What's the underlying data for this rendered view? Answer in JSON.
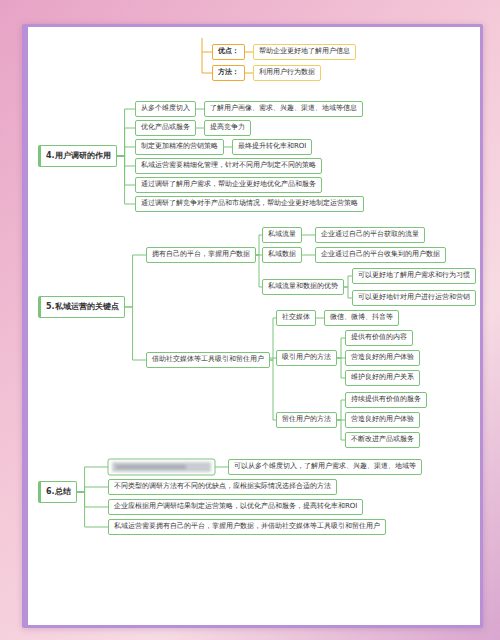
{
  "diagram": {
    "nodes": [
      {
        "text": [
          "优点："
        ]
      },
      {
        "text": [
          "帮助企业更好地了解用户信息"
        ]
      },
      {
        "text": [
          "方法："
        ]
      },
      {
        "text": [
          "利用用户行为数据"
        ]
      },
      {
        "text": [
          "4.用户调研的作用"
        ]
      },
      {
        "text": [
          "从多个维度切入"
        ]
      },
      {
        "text": [
          "了解用户画像、需求、兴趣、渠道、地域等信息"
        ]
      },
      {
        "text": [
          "优化产品或服务"
        ]
      },
      {
        "text": [
          "提高竞争力"
        ]
      },
      {
        "text": [
          "制定更加精准的营销策略"
        ]
      },
      {
        "text": [
          "最终提升转化率和ROI"
        ]
      },
      {
        "text": [
          "私域运营需要精细化管理，针对不同用户制定不同的策略"
        ]
      },
      {
        "text": [
          "通过调研了解用户需求，帮助企业更好地优化产品和服务"
        ]
      },
      {
        "text": [
          "通过调研了解竞争对手产品和市场情况，帮助企业更好地制定运营策略"
        ]
      },
      {
        "text": [
          "5.私域运营的关键点"
        ]
      },
      {
        "text": [
          "拥有自己的平台，掌握用户数据"
        ]
      },
      {
        "text": [
          "私域流量"
        ]
      },
      {
        "text": [
          "企业通过自己的平台获取的流量"
        ]
      },
      {
        "text": [
          "私域数据"
        ]
      },
      {
        "text": [
          "企业通过自己的平台收集到的用户数据"
        ]
      },
      {
        "text": [
          "私域流量和数据的优势"
        ]
      },
      {
        "text": [
          "可以更好地了解用户需求和行为习惯"
        ]
      },
      {
        "text": [
          "可以更好地针对用户进行运营和营销"
        ]
      },
      {
        "text": [
          "借助社交媒体等工具吸引和留住用户"
        ]
      },
      {
        "text": [
          "社交媒体"
        ]
      },
      {
        "text": [
          "微信、微博、抖音等"
        ]
      },
      {
        "text": [
          "吸引用户的方法"
        ]
      },
      {
        "text": [
          "提供有价值的内容"
        ]
      },
      {
        "text": [
          "营造良好的用户体验"
        ]
      },
      {
        "text": [
          "维护良好的用户关系"
        ]
      },
      {
        "text": [
          "留住用户的方法"
        ]
      },
      {
        "text": [
          "持续提供有价值的服务"
        ]
      },
      {
        "text": [
          "营造良好的用户体验"
        ]
      },
      {
        "text": [
          "不断改进产品或服务"
        ]
      },
      {
        "text": [
          "6.总结"
        ]
      },
      {
        "text": [
          "可以从多个维度切入，了解用户需求、兴趣、渠道、地域等"
        ]
      },
      {
        "text": [
          "不同类型的调研方法有不同的优缺点，应根据实际情况选择合适的方法"
        ]
      },
      {
        "text": [
          "企业应根据用户调研结果制定运营策略，以优化产品和服务，提高转化率和ROI"
        ]
      },
      {
        "text": [
          "私域运营需要拥有自己的平台，掌握用户数据，并借助社交媒体等工具吸引和留住用户"
        ]
      }
    ],
    "edges": [
      {
        "from": 0,
        "to": 1,
        "arrow": "none"
      },
      {
        "from": 2,
        "to": 3,
        "arrow": "none"
      },
      {
        "from": 4,
        "to": 5,
        "arrow": "none"
      },
      {
        "from": 5,
        "to": 6,
        "arrow": "none"
      },
      {
        "from": 4,
        "to": 7,
        "arrow": "none"
      },
      {
        "from": 7,
        "to": 8,
        "arrow": "none"
      },
      {
        "from": 4,
        "to": 9,
        "arrow": "none"
      },
      {
        "from": 9,
        "to": 10,
        "arrow": "none"
      },
      {
        "from": 4,
        "to": 11,
        "arrow": "none"
      },
      {
        "from": 4,
        "to": 12,
        "arrow": "none"
      },
      {
        "from": 4,
        "to": 13,
        "arrow": "none"
      },
      {
        "from": 14,
        "to": 15,
        "arrow": "none"
      },
      {
        "from": 15,
        "to": 16,
        "arrow": "none"
      },
      {
        "from": 16,
        "to": 17,
        "arrow": "none"
      },
      {
        "from": 15,
        "to": 18,
        "arrow": "none"
      },
      {
        "from": 18,
        "to": 19,
        "arrow": "none"
      },
      {
        "from": 15,
        "to": 20,
        "arrow": "none"
      },
      {
        "from": 20,
        "to": 21,
        "arrow": "none"
      },
      {
        "from": 20,
        "to": 22,
        "arrow": "none"
      },
      {
        "from": 14,
        "to": 23,
        "arrow": "none"
      },
      {
        "from": 23,
        "to": 24,
        "arrow": "none"
      },
      {
        "from": 24,
        "to": 25,
        "arrow": "none"
      },
      {
        "from": 23,
        "to": 26,
        "arrow": "none"
      },
      {
        "from": 26,
        "to": 27,
        "arrow": "none"
      },
      {
        "from": 26,
        "to": 28,
        "arrow": "none"
      },
      {
        "from": 26,
        "to": 29,
        "arrow": "none"
      },
      {
        "from": 23,
        "to": 30,
        "arrow": "none"
      },
      {
        "from": 30,
        "to": 31,
        "arrow": "none"
      },
      {
        "from": 30,
        "to": 32,
        "arrow": "none"
      },
      {
        "from": 30,
        "to": 33,
        "arrow": "none"
      },
      {
        "from": 34,
        "to": 35,
        "arrow": "none"
      },
      {
        "from": 34,
        "to": 36,
        "arrow": "none"
      },
      {
        "from": 34,
        "to": 37,
        "arrow": "none"
      },
      {
        "from": 34,
        "to": 38,
        "arrow": "none"
      }
    ]
  }
}
